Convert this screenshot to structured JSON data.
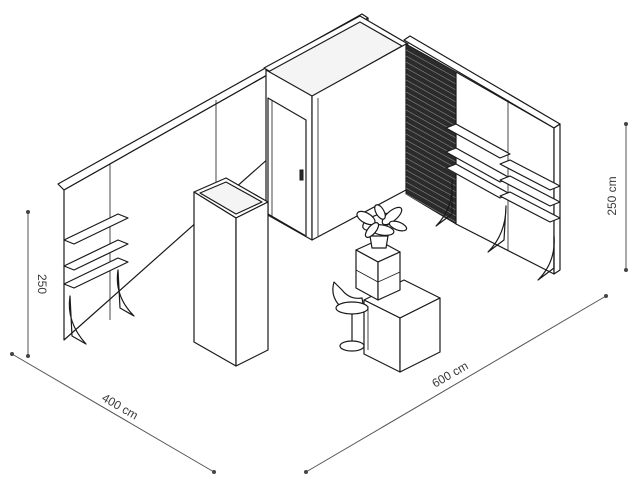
{
  "dimensions": {
    "width_label": "400 cm",
    "depth_label": "600 cm",
    "left_height_label": "250",
    "right_height_label": "250 cm"
  },
  "colors": {
    "line": "#1a1a1a",
    "dimension": "#555555",
    "panel_dark": "#2b2b2b"
  }
}
